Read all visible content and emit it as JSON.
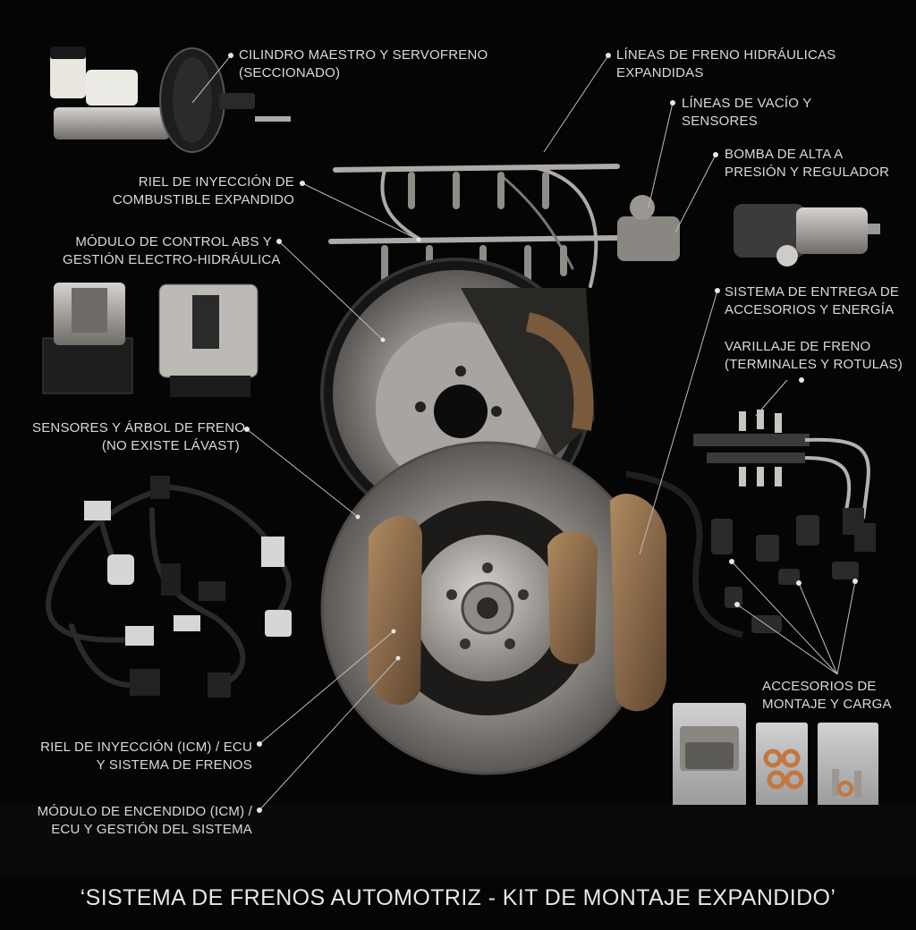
{
  "title": "‘SISTEMA DE FRENOS AUTOMOTRIZ - KIT DE MONTAJE EXPANDIDO’",
  "labels": {
    "master_cylinder": [
      "CILINDRO MAESTRO Y SERVOFRENO",
      "(SECCIONADO)"
    ],
    "hydraulic_lines": [
      "LÍNEAS DE FRENO HIDRÁULICAS",
      "EXPANDIDAS"
    ],
    "vacuum_lines": [
      "LÍNEAS DE VACÍO Y",
      "SENSORES"
    ],
    "fuel_rail": [
      "RIEL DE INYECCIÓN DE",
      "COMBUSTIBLE EXPANDIDO"
    ],
    "high_pressure_pump": [
      "BOMBA DE ALTA A",
      "PRESIÓN Y REGULADOR"
    ],
    "abs_module": [
      "MÓDULO DE CONTROL ABS Y",
      "GESTIÓN ELECTRO-HIDRÁULICA"
    ],
    "delivery_system": [
      "SISTEMA DE ENTREGA DE",
      "ACCESORIOS Y ENERGÍA"
    ],
    "brake_linkage": [
      "VARILLAJE DE FRENO",
      "(TERMINALES Y ROTULAS)"
    ],
    "sensors_tree": [
      "SENSORES Y ÁRBOL DE FRENO",
      "(NO EXISTE LÁVAST)"
    ],
    "mounting_accessories": [
      "ACCESORIOS DE",
      "MONTAJE Y CARGA"
    ],
    "icm_ecu": [
      "RIEL DE INYECCIÓN (ICM) / ECU",
      "Y SISTEMA DE FRENOS"
    ],
    "ignition_module": [
      "MÓDULO DE ENCENDIDO (ICM) /",
      "ECU Y GESTIÓN DEL SISTEMA"
    ]
  },
  "colors": {
    "background": "#050505",
    "text": "#d9d9d9",
    "leader": "#bdbdbd",
    "metal": "#9a9691",
    "caliper": "#8a6a48"
  }
}
